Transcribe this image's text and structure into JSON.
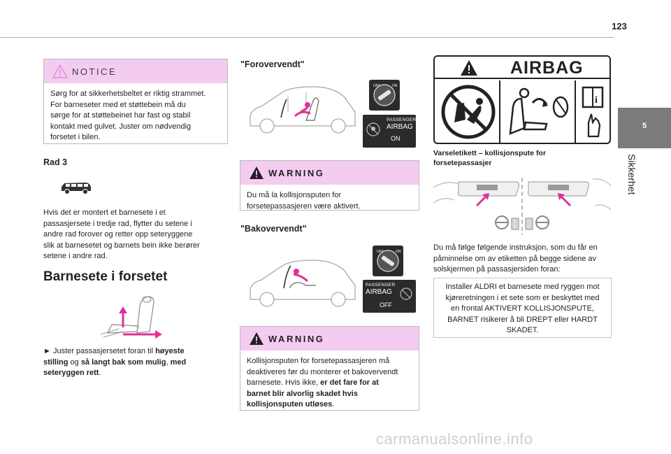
{
  "page_number": "123",
  "side_tab": {
    "number": "5",
    "title": "Sikkerhet"
  },
  "col1": {
    "notice": {
      "heading": "NOTICE",
      "lines": [
        "Sørg for at sikkerhetsbeltet er riktig strammet.",
        "For barneseter med et støttebein må du",
        "sørge for at støttebeinet har fast og stabil",
        "kontakt med gulvet. Juster om nødvendig",
        "forsetet i bilen."
      ]
    },
    "rad3_heading": "Rad 3",
    "rad3_lines": [
      "Hvis det er montert et barnesete i et",
      "passasjersete i tredje rad, flytter du setene i",
      "andre rad forover og retter opp seteryggene",
      "slik at barnesetet og barnets bein ikke berører",
      "setene i andre rad."
    ],
    "section_title": "Barnesete i forsetet",
    "instruction": {
      "arrow": "►",
      "t1": " Juster passasjersetet foran til ",
      "b1": "høyeste",
      "b1b": "stilling",
      "t2": " og ",
      "b2": "så langt bak som mulig",
      "t3": ", ",
      "b3": "med",
      "b3b": "seteryggen rett",
      "t4": "."
    }
  },
  "col2": {
    "forward_heading": "\"Forovervendt\"",
    "label_on": {
      "line1": "PASSENGER",
      "line2": "AIRBAG",
      "state": "ON"
    },
    "warning1": {
      "heading": "WARNING",
      "lines": [
        "Du må la kollisjonsputen for",
        "forsetepassasjeren være aktivert."
      ]
    },
    "rear_heading": "\"Bakovervendt\"",
    "label_off": {
      "line1": "PASSENGER",
      "line2": "AIRBAG",
      "state": "OFF"
    },
    "warning2": {
      "heading": "WARNING",
      "l1": "Kollisjonsputen for forsetepassasjeren må",
      "l2": "deaktiveres før du monterer et bakovervendt",
      "l3a": "barnesete. Hvis ikke, ",
      "l3b": "er det fare for at",
      "l4": "barnet blir alvorlig skadet hvis",
      "l5b": "kollisjonsputen utløses",
      "l5c": "."
    }
  },
  "col3": {
    "airbag_label": "AIRBAG",
    "caption_lines": [
      "Varseletikett – kollisjonspute for",
      "forsetepassasjer"
    ],
    "body_lines": [
      "Du må følge følgende instruksjon, som du får en",
      "påminnelse om av etiketten på begge sidene av",
      "solskjermen på passasjersiden foran:"
    ],
    "boxed_lines": [
      "Installer ALDRI et barnesete med ryggen mot",
      "kjøreretningen i et sete som er beskyttet med",
      "en frontal AKTIVERT KOLLISJONSPUTE,",
      "BARNET risikerer å bli DREPT eller HARDT",
      "SKADET."
    ]
  },
  "watermark": "carmanualsonline.info",
  "colors": {
    "pink_header": "#f4ccf2",
    "magenta_accent": "#e0309a",
    "tab_gray": "#7b7b7b",
    "label_black": "#2b2b2b"
  }
}
